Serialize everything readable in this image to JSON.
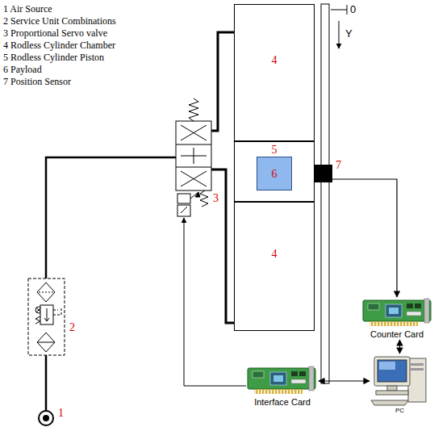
{
  "diagram": {
    "nodes": [
      {
        "text": [
          "4"
        ]
      },
      {
        "text": [
          "5"
        ]
      },
      {
        "text": [
          "6"
        ],
        "in": 1
      },
      {
        "text": [
          "4"
        ]
      },
      {
        "text": [
          "7"
        ]
      },
      {
        "text": [
          "Counter Card"
        ]
      },
      {
        "text": [
          "PC"
        ]
      },
      {
        "text": [
          "Interface Card"
        ]
      }
    ],
    "edges": [
      {
        "from": 4,
        "to": 5,
        "arrow": "to"
      },
      {
        "from": 5,
        "to": 6,
        "arrow": "both"
      },
      {
        "from": 7,
        "to": 6,
        "arrow": "both"
      }
    ],
    "labels": [
      "1 Air Source",
      "2 Service Unit Combinations",
      "3 Proportional Servo valve",
      "4 Rodless Cylinder Chamber",
      "5 Rodless Cylinder Piston",
      "6 Payload",
      "7 Position Sensor",
      "0",
      "Y",
      "1",
      "2",
      "3"
    ]
  }
}
